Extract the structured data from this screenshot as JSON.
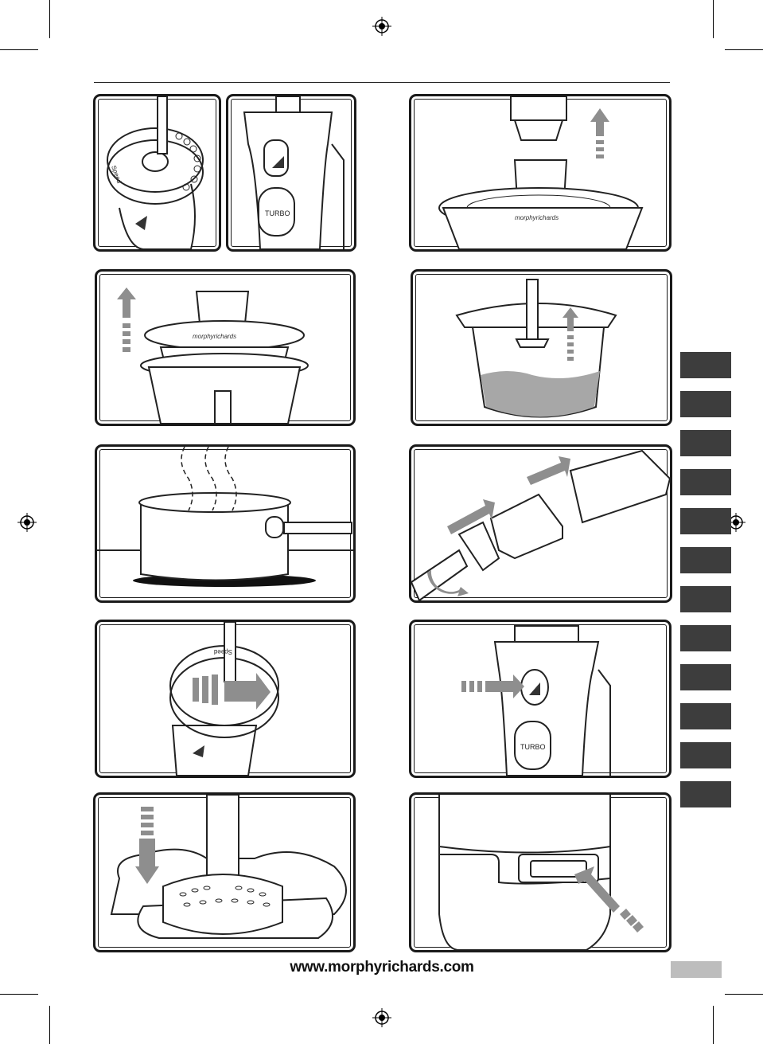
{
  "footer": {
    "url": "www.morphyrichards.com"
  },
  "panels": {
    "speed_dial_label": "Speed",
    "turbo_label": "TURBO",
    "brand_label": "morphyrichards"
  },
  "colors": {
    "tab": "#3d3d3d",
    "liquid": "#a7a7a7",
    "arrow": "#8e8e8e",
    "page_number_box": "#bdbdbd"
  },
  "language_tabs_count": 12
}
